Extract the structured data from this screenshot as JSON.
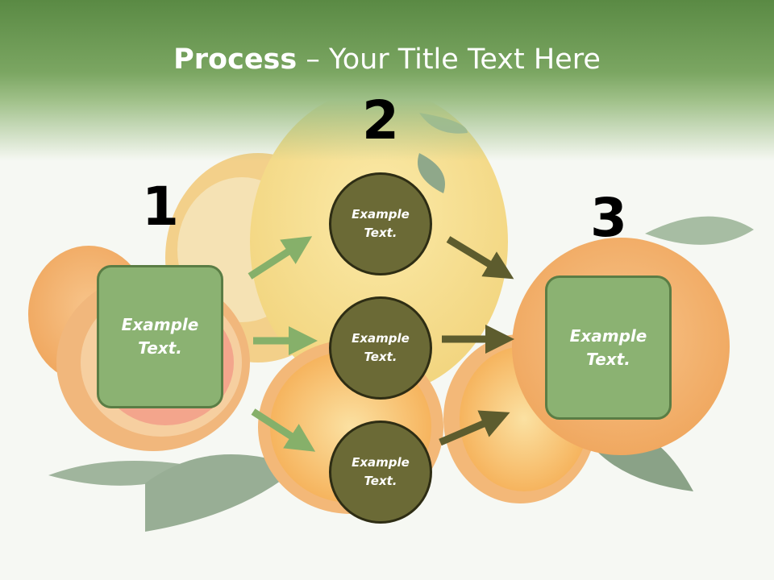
{
  "title": {
    "bold": "Process",
    "rest": " – Your Title Text Here"
  },
  "steps": [
    {
      "number": "1",
      "text": "Example Text."
    },
    {
      "number": "2",
      "items": [
        "Example Text.",
        "Example Text.",
        "Example Text."
      ]
    },
    {
      "number": "3",
      "text": "Example Text."
    }
  ],
  "colors": {
    "header": "#6f9b55",
    "box": "#8bb272",
    "circle": "#6b6a36",
    "arrow_green": "#86b06a",
    "arrow_dark": "#5d5c2e"
  }
}
